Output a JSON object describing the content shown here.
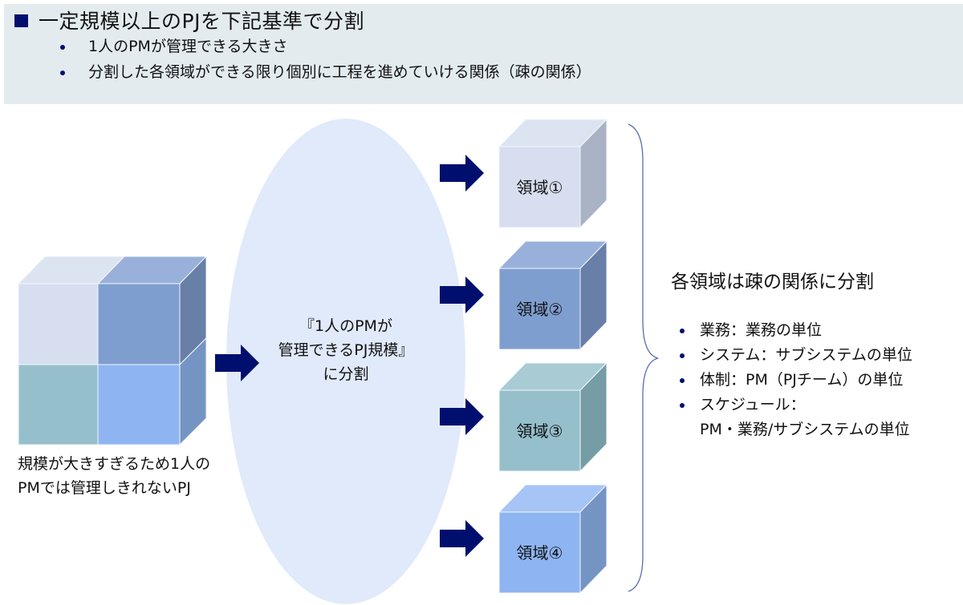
{
  "header": {
    "title": "一定規模以上のPJを下記基準で分割",
    "bullets": [
      "1人のPMが管理できる大きさ",
      "分割した各領域ができる限り個別に工程を進めていける関係（疎の関係）"
    ]
  },
  "left": {
    "caption_lines": [
      "規模が大きすぎるため1人の",
      "PMでは管理しきれないPJ"
    ]
  },
  "center": {
    "lines": [
      "『1人のPMが",
      "管理できるPJ規模』",
      "に分割"
    ]
  },
  "domains": [
    {
      "label": "領域①"
    },
    {
      "label": "領域②"
    },
    {
      "label": "領域③"
    },
    {
      "label": "領域④"
    }
  ],
  "right": {
    "title": "各領域は疎の関係に分割",
    "items": [
      "業務：業務の単位",
      "システム：サブシステムの単位",
      "体制：PM（PJチーム）の単位",
      "スケジュール："
    ],
    "continuation": "PM・業務/サブシステムの単位"
  },
  "colors": {
    "accent": "#000F6E",
    "header_bg": "#E3EBEF",
    "ellipse": "#E1EAFB",
    "brace": "#5A6CB0"
  }
}
